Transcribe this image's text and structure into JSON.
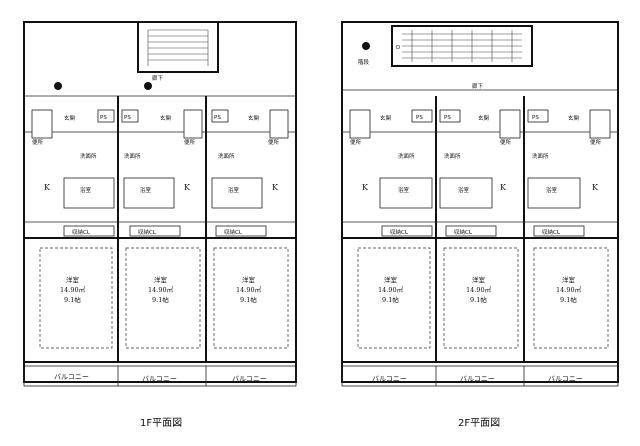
{
  "labels": {
    "hall": "廊下",
    "stairs_2f": "階段",
    "entrance": "玄関",
    "pipe_space": "PS",
    "toilet": "便所",
    "washroom": "洗面所",
    "kitchen": "K",
    "bath": "浴室",
    "closet": "収納CL",
    "western_room": "洋室",
    "room_area": "14.90㎡",
    "room_tatami": "9.1帖",
    "balcony": "バルコニー",
    "door_mark": "D"
  },
  "floors": [
    {
      "caption": "1F平面図"
    },
    {
      "caption": "2F平面図"
    }
  ]
}
